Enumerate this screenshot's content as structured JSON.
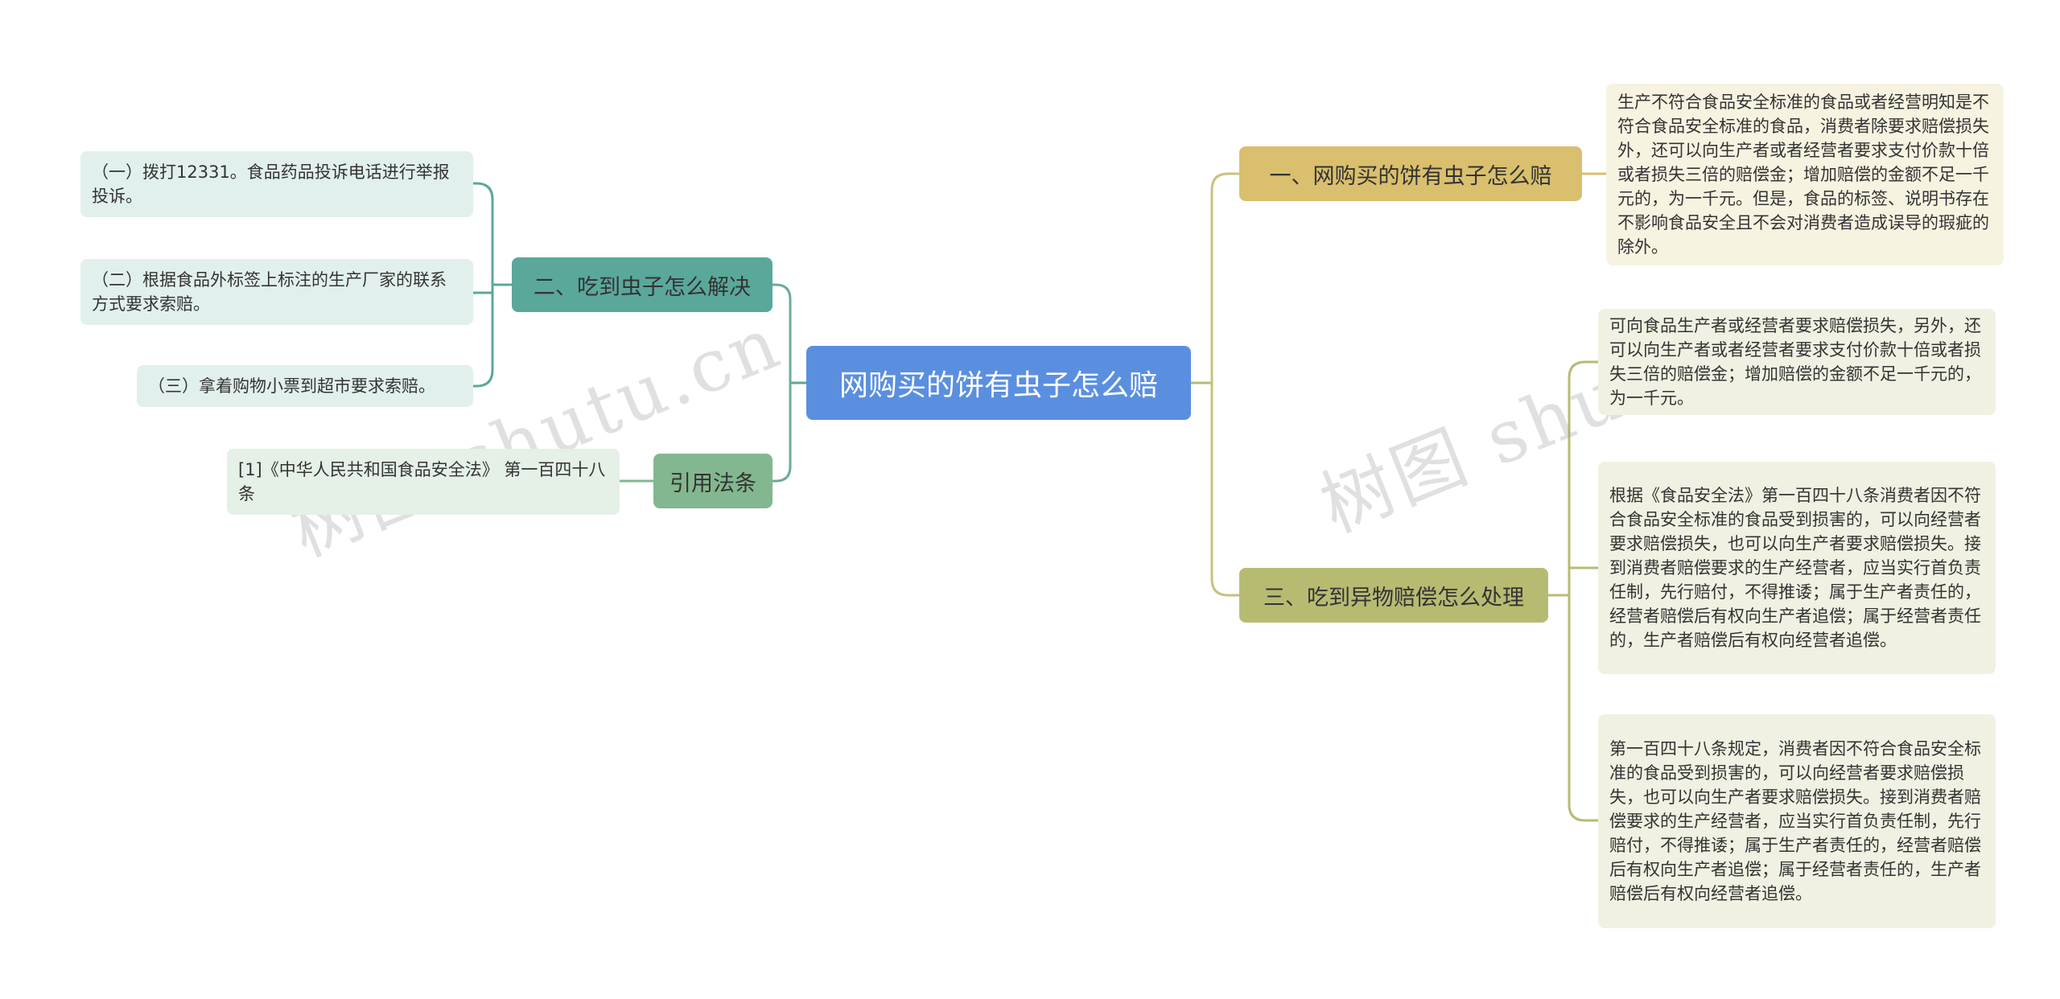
{
  "center": {
    "label": "网购买的饼有虫子怎么赔"
  },
  "branches": {
    "b1": {
      "label": "一、网购买的饼有虫子怎么赔",
      "leaves": [
        "生产不符合食品安全标准的食品或者经营明知是不符合食品安全标准的食品，消费者除要求赔偿损失外，还可以向生产者或者经营者要求支付价款十倍或者损失三倍的赔偿金；增加赔偿的金额不足一千元的，为一千元。但是，食品的标签、说明书存在不影响食品安全且不会对消费者造成误导的瑕疵的除外。"
      ]
    },
    "b3": {
      "label": "三、吃到异物赔偿怎么处理",
      "leaves": [
        "可向食品生产者或经营者要求赔偿损失，另外，还可以向生产者或者经营者要求支付价款十倍或者损失三倍的赔偿金；增加赔偿的金额不足一千元的，为一千元。",
        "根据《食品安全法》第一百四十八条消费者因不符合食品安全标准的食品受到损害的，可以向经营者要求赔偿损失，也可以向生产者要求赔偿损失。接到消费者赔偿要求的生产经营者，应当实行首负责任制，先行赔付，不得推诿；属于生产者责任的，经营者赔偿后有权向生产者追偿；属于经营者责任的，生产者赔偿后有权向经营者追偿。",
        "第一百四十八条规定，消费者因不符合食品安全标准的食品受到损害的，可以向经营者要求赔偿损失，也可以向生产者要求赔偿损失。接到消费者赔偿要求的生产经营者，应当实行首负责任制，先行赔付，不得推诿；属于生产者责任的，经营者赔偿后有权向生产者追偿；属于经营者责任的，生产者赔偿后有权向经营者追偿。"
      ]
    },
    "b2": {
      "label": "二、吃到虫子怎么解决",
      "leaves": [
        "（一）拨打12331。食品药品投诉电话进行举报投诉。",
        "（二）根据食品外标签上标注的生产厂家的联系方式要求索赔。",
        "（三）拿着购物小票到超市要求索赔。"
      ]
    },
    "b4": {
      "label": "引用法条",
      "leaves": [
        "[1]《中华人民共和国食品安全法》 第一百四十八条"
      ]
    }
  },
  "watermarks": [
    "树图 shutu.cn",
    "树图 shutu.cn"
  ],
  "colors": {
    "center": "#5a8fe0",
    "b1": "#d9bf6e",
    "b3": "#b7bb72",
    "b2": "#5aa89a",
    "b4": "#83b78f"
  }
}
